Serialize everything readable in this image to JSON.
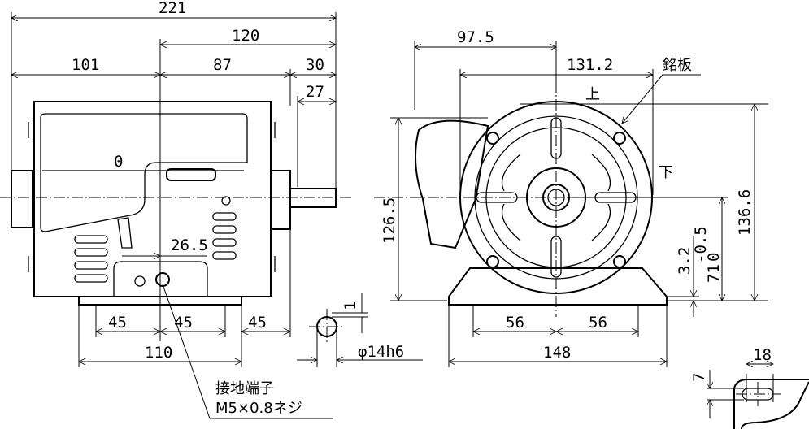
{
  "side_view": {
    "dims": {
      "overall": "221",
      "shaft_to_center": "120",
      "rear_to_center": "101",
      "center_to_shoulder": "87",
      "shaft_extension": "30",
      "shaft_length": "27",
      "foot_offset": "26.5",
      "foot_left": "45",
      "foot_right": "45",
      "foot_end": "45",
      "base_width": "110"
    },
    "mark_zero": "0",
    "ground_terminal": {
      "line1": "接地端子",
      "line2": "M5×0.8ネジ"
    },
    "shaft": {
      "key_depth": "1",
      "diameter": "φ14h6"
    }
  },
  "front_view": {
    "dims": {
      "left_extent": "97.5",
      "frame_diameter": "131.2",
      "total_height": "126.5",
      "top_height": "136.6",
      "center_height": "71",
      "center_tol_upper": "0",
      "center_tol_lower": "-0.5",
      "foot_thickness": "3.2",
      "foot_left": "56",
      "foot_right": "56",
      "base_width": "148"
    },
    "nameplate": "銘板",
    "top_mark": "上",
    "bottom_mark": "下"
  },
  "foot_detail": {
    "slot_length": "18",
    "slot_width": "7"
  }
}
